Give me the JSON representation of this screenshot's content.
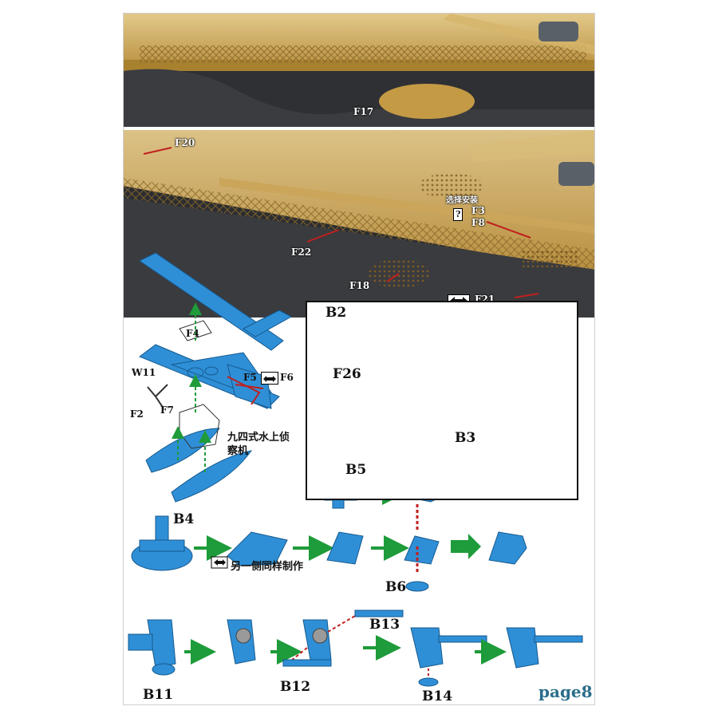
{
  "page": {
    "number": "page8"
  },
  "photo1": {
    "labels": {
      "f17": "F17"
    }
  },
  "photo2": {
    "labels": {
      "f20": "F20",
      "f22": "F22",
      "f18": "F18",
      "f21": "F21",
      "f3": "F3",
      "f8": "F8"
    },
    "option_text": "选择安装",
    "option_mark": "?"
  },
  "aircraft": {
    "labels": {
      "f4": "F4",
      "w11": "W11",
      "f5": "F5",
      "f6": "F6",
      "f2": "F2",
      "f7": "F7"
    },
    "caption_line1": "九四式水上侦",
    "caption_line2": "察机"
  },
  "inset": {
    "labels": {
      "b2": "B2",
      "f26": "F26",
      "b3": "B3",
      "b5": "B5"
    }
  },
  "turret": {
    "labels": {
      "b4": "B4",
      "b6": "B6"
    },
    "note": "另一侧同样制作"
  },
  "gun": {
    "labels": {
      "b11": "B11",
      "b12": "B12",
      "b13": "B13",
      "b14": "B14"
    }
  },
  "colors": {
    "part_blue": "#2f8fd6",
    "arrow_green": "#1e9b3a",
    "guide_red": "#c0201e",
    "brass": "#c9a352"
  }
}
